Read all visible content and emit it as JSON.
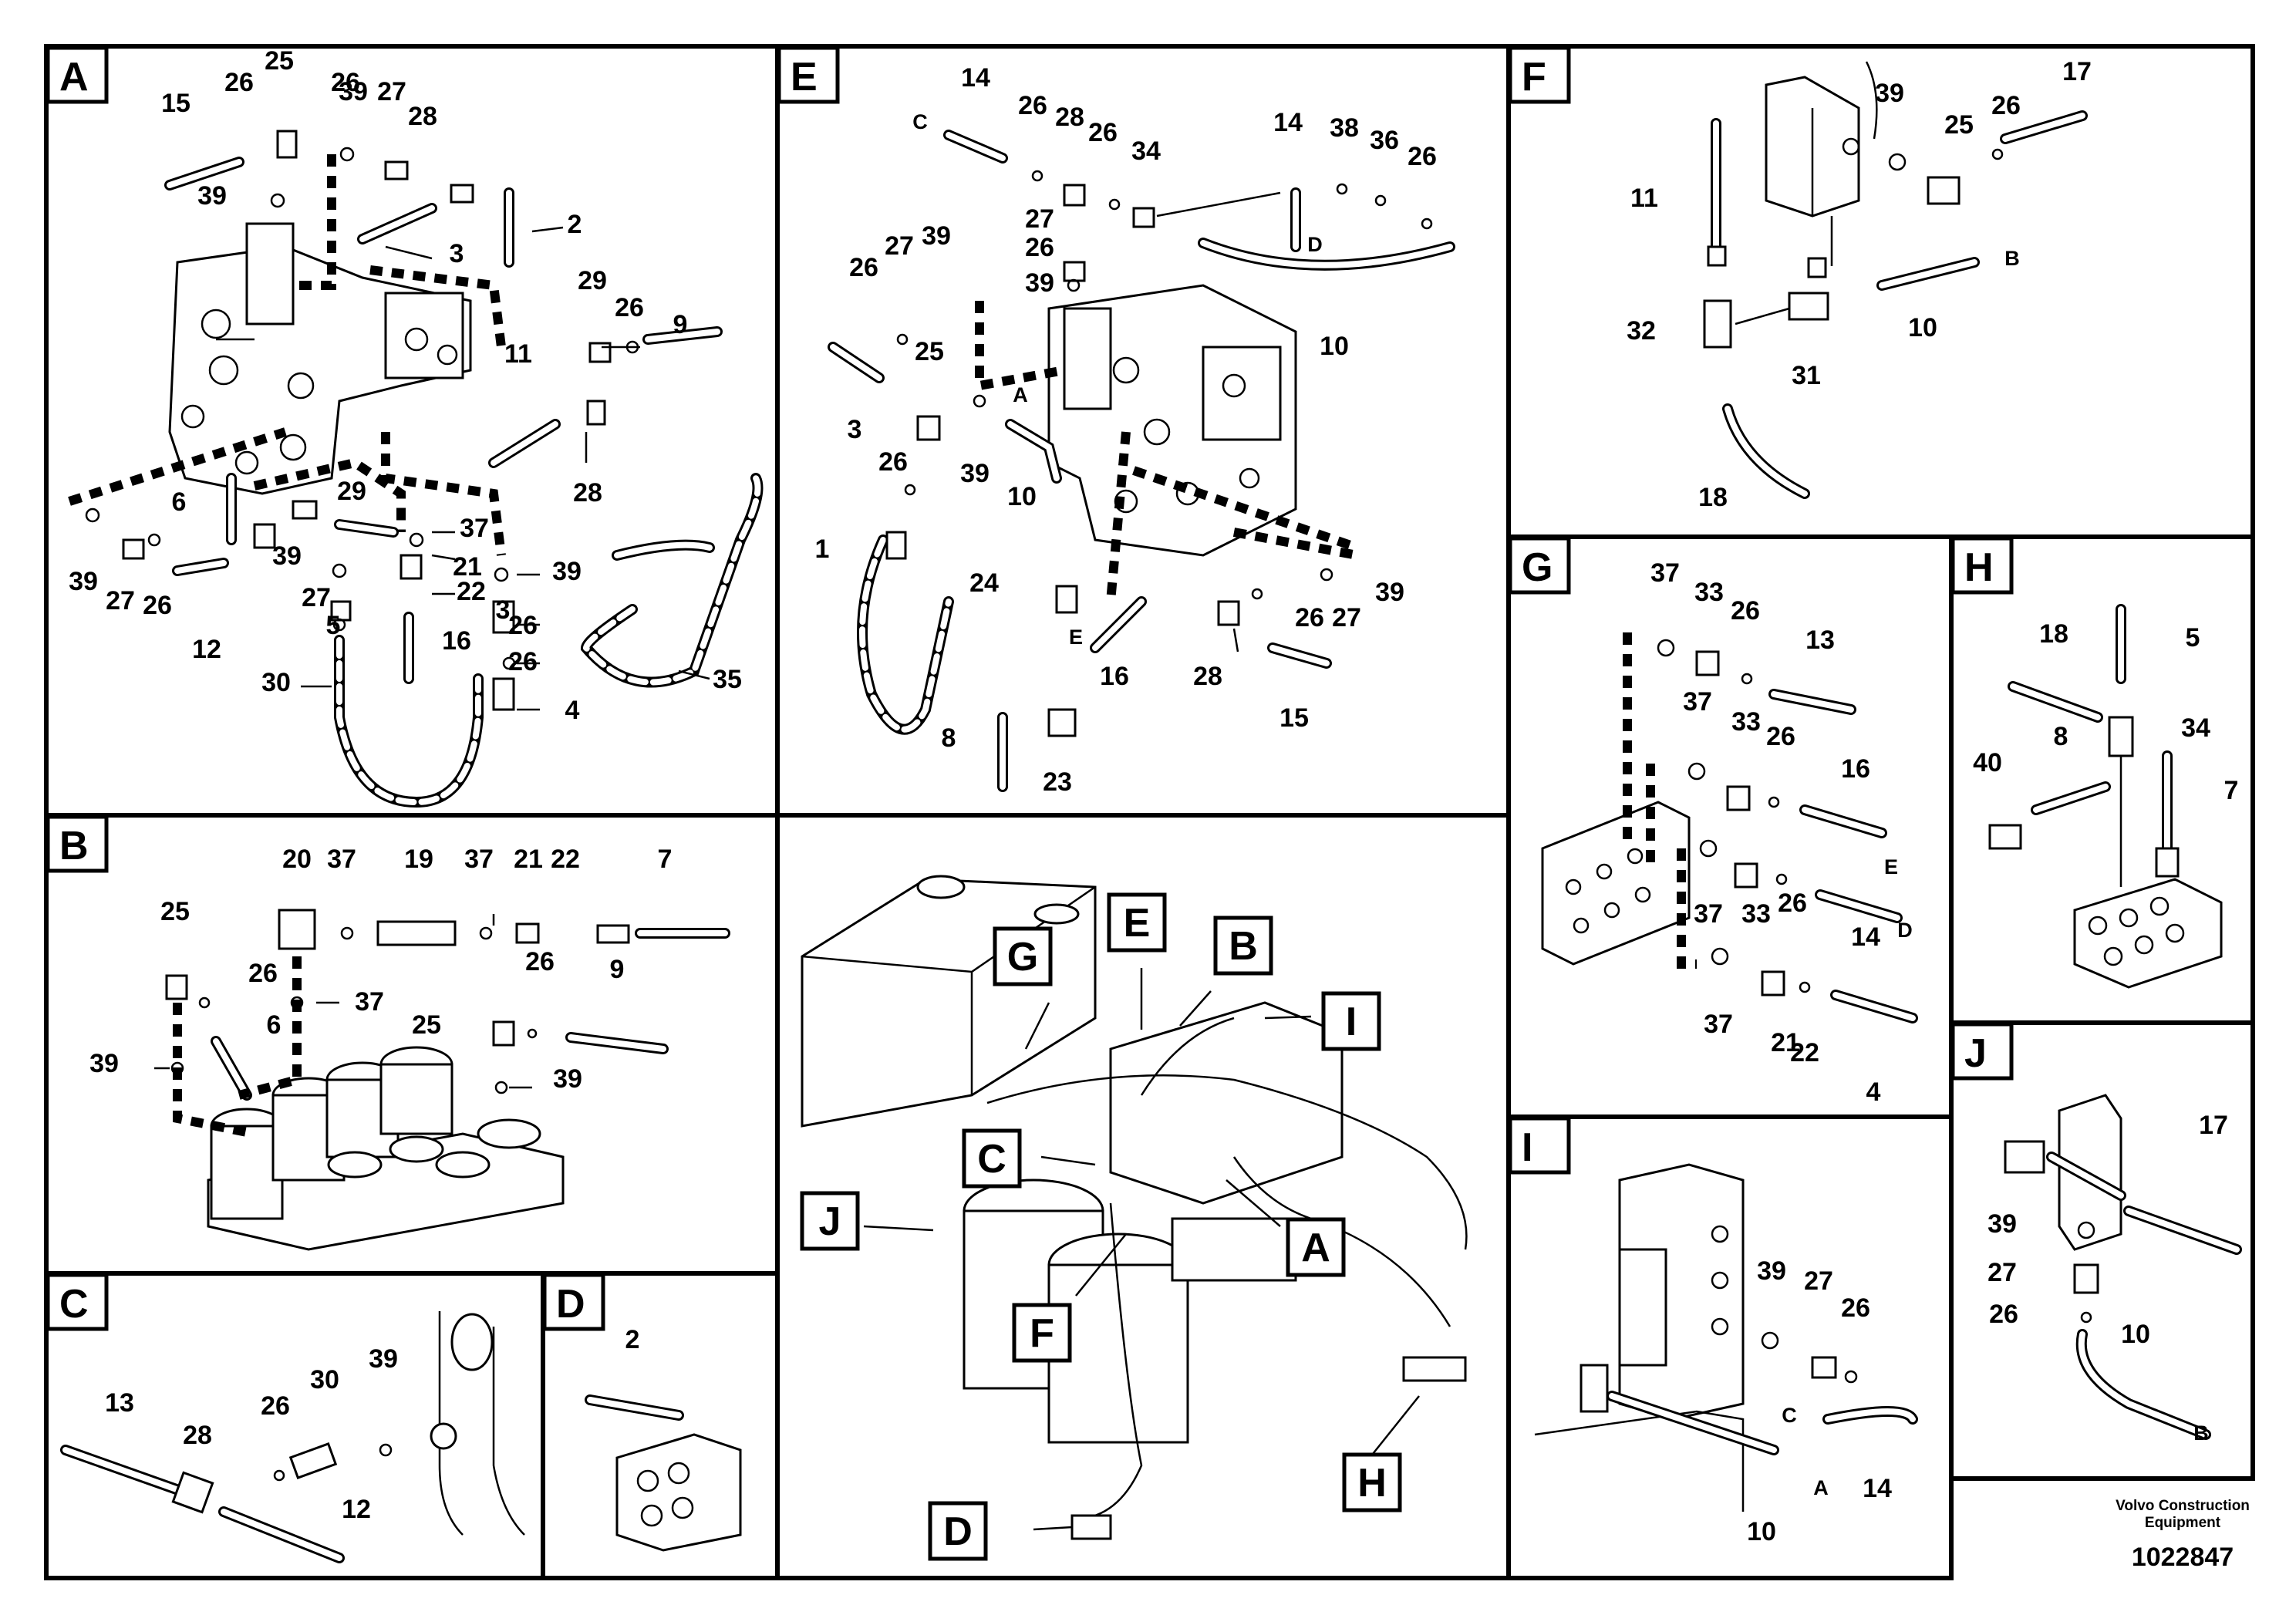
{
  "panels": {
    "A": {
      "letter": "A",
      "callouts": [
        "25",
        "26",
        "15",
        "39",
        "27",
        "26",
        "28",
        "2",
        "39",
        "3",
        "29",
        "26",
        "9",
        "11",
        "28",
        "6",
        "29",
        "37",
        "21",
        "39",
        "22",
        "39",
        "27",
        "26",
        "12",
        "39",
        "27",
        "26",
        "5",
        "30",
        "26",
        "16",
        "4",
        "35",
        "3"
      ]
    },
    "B": {
      "letter": "B",
      "callouts": [
        "20",
        "37",
        "19",
        "37",
        "21",
        "22",
        "7",
        "25",
        "26",
        "26",
        "9",
        "37",
        "6",
        "39",
        "25",
        "39"
      ]
    },
    "C": {
      "letter": "C",
      "callouts": [
        "13",
        "28",
        "26",
        "30",
        "39",
        "12"
      ]
    },
    "D": {
      "letter": "D",
      "callouts": [
        "2"
      ]
    },
    "E": {
      "letter": "E",
      "callouts": [
        "14",
        "26",
        "28",
        "26",
        "34",
        "14",
        "38",
        "36",
        "26",
        "26",
        "27",
        "39",
        "27",
        "26",
        "39",
        "3",
        "25",
        "26",
        "39",
        "10",
        "10",
        "1",
        "24",
        "16",
        "28",
        "26",
        "27",
        "39",
        "15",
        "8",
        "23"
      ],
      "ports": [
        "C",
        "D",
        "A",
        "E"
      ]
    },
    "F": {
      "letter": "F",
      "callouts": [
        "39",
        "25",
        "26",
        "17",
        "11",
        "10",
        "32",
        "31",
        "18"
      ],
      "ports": [
        "B"
      ]
    },
    "G": {
      "letter": "G",
      "callouts": [
        "37",
        "33",
        "26",
        "13",
        "37",
        "33",
        "26",
        "16",
        "37",
        "33",
        "26",
        "14",
        "37",
        "21",
        "22",
        "4"
      ],
      "ports": [
        "E",
        "D"
      ]
    },
    "H": {
      "letter": "H",
      "callouts": [
        "18",
        "5",
        "8",
        "34",
        "40",
        "7"
      ]
    },
    "I": {
      "letter": "I",
      "callouts": [
        "39",
        "27",
        "26",
        "10",
        "14"
      ],
      "ports": [
        "C",
        "A"
      ]
    },
    "J": {
      "letter": "J",
      "callouts": [
        "17",
        "39",
        "27",
        "26",
        "10"
      ],
      "ports": [
        "B"
      ]
    }
  },
  "overview": {
    "labels": [
      "G",
      "E",
      "B",
      "I",
      "C",
      "J",
      "A",
      "F",
      "D",
      "H"
    ]
  },
  "footer": {
    "brand_line1": "Volvo Construction",
    "brand_line2": "Equipment",
    "doc_number": "1022847"
  }
}
